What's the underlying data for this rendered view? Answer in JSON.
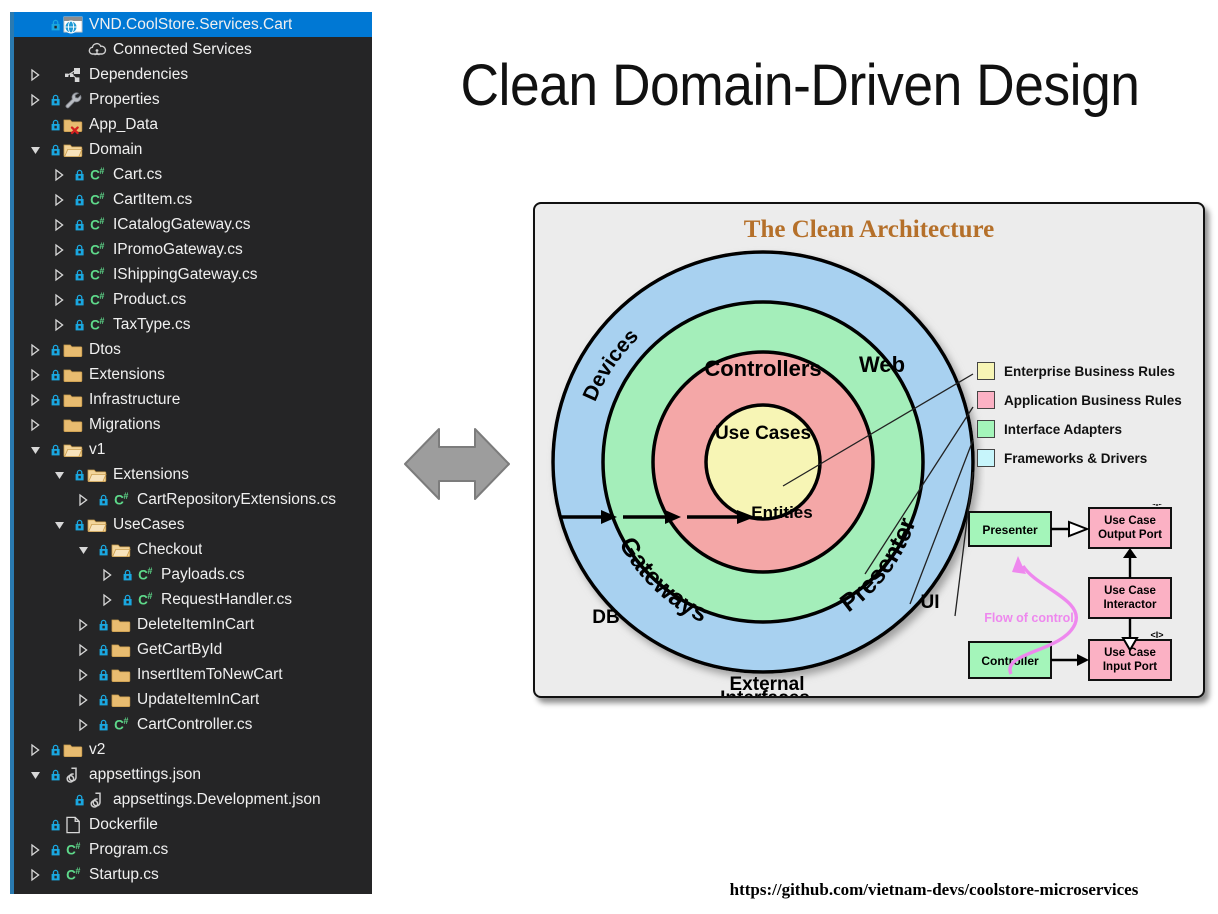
{
  "tree": {
    "root_label": "VND.CoolStore.Services.Cart",
    "items": [
      {
        "label": "VND.CoolStore.Services.Cart",
        "indent": 0,
        "icon": "project-web-icon",
        "chev": "none",
        "lock": true,
        "selected": true
      },
      {
        "label": "Connected Services",
        "indent": 1,
        "icon": "connected-services-icon",
        "chev": "none",
        "lock": false,
        "selected": false
      },
      {
        "label": "Dependencies",
        "indent": 0,
        "icon": "dependencies-icon",
        "chev": "collapsed",
        "lock": false,
        "selected": false
      },
      {
        "label": "Properties",
        "indent": 0,
        "icon": "wrench-icon",
        "chev": "collapsed",
        "lock": true,
        "selected": false
      },
      {
        "label": "App_Data",
        "indent": 0,
        "icon": "folder-excluded-icon",
        "chev": "none",
        "lock": true,
        "selected": false
      },
      {
        "label": "Domain",
        "indent": 0,
        "icon": "folder-open-icon",
        "chev": "expanded",
        "lock": true,
        "selected": false
      },
      {
        "label": "Cart.cs",
        "indent": 1,
        "icon": "csharp-icon",
        "chev": "collapsed",
        "lock": true,
        "selected": false
      },
      {
        "label": "CartItem.cs",
        "indent": 1,
        "icon": "csharp-icon",
        "chev": "collapsed",
        "lock": true,
        "selected": false
      },
      {
        "label": "ICatalogGateway.cs",
        "indent": 1,
        "icon": "csharp-icon",
        "chev": "collapsed",
        "lock": true,
        "selected": false
      },
      {
        "label": "IPromoGateway.cs",
        "indent": 1,
        "icon": "csharp-icon",
        "chev": "collapsed",
        "lock": true,
        "selected": false
      },
      {
        "label": "IShippingGateway.cs",
        "indent": 1,
        "icon": "csharp-icon",
        "chev": "collapsed",
        "lock": true,
        "selected": false
      },
      {
        "label": "Product.cs",
        "indent": 1,
        "icon": "csharp-icon",
        "chev": "collapsed",
        "lock": true,
        "selected": false
      },
      {
        "label": "TaxType.cs",
        "indent": 1,
        "icon": "csharp-icon",
        "chev": "collapsed",
        "lock": true,
        "selected": false
      },
      {
        "label": "Dtos",
        "indent": 0,
        "icon": "folder-icon",
        "chev": "collapsed",
        "lock": true,
        "selected": false
      },
      {
        "label": "Extensions",
        "indent": 0,
        "icon": "folder-icon",
        "chev": "collapsed",
        "lock": true,
        "selected": false
      },
      {
        "label": "Infrastructure",
        "indent": 0,
        "icon": "folder-icon",
        "chev": "collapsed",
        "lock": true,
        "selected": false
      },
      {
        "label": "Migrations",
        "indent": 0,
        "icon": "folder-icon",
        "chev": "collapsed",
        "lock": false,
        "selected": false
      },
      {
        "label": "v1",
        "indent": 0,
        "icon": "folder-open-icon",
        "chev": "expanded",
        "lock": true,
        "selected": false
      },
      {
        "label": "Extensions",
        "indent": 1,
        "icon": "folder-open-icon",
        "chev": "expanded",
        "lock": true,
        "selected": false
      },
      {
        "label": "CartRepositoryExtensions.cs",
        "indent": 2,
        "icon": "csharp-icon",
        "chev": "collapsed",
        "lock": true,
        "selected": false
      },
      {
        "label": "UseCases",
        "indent": 1,
        "icon": "folder-open-icon",
        "chev": "expanded",
        "lock": true,
        "selected": false
      },
      {
        "label": "Checkout",
        "indent": 2,
        "icon": "folder-open-icon",
        "chev": "expanded",
        "lock": true,
        "selected": false
      },
      {
        "label": "Payloads.cs",
        "indent": 3,
        "icon": "csharp-icon",
        "chev": "collapsed",
        "lock": true,
        "selected": false
      },
      {
        "label": "RequestHandler.cs",
        "indent": 3,
        "icon": "csharp-icon",
        "chev": "collapsed",
        "lock": true,
        "selected": false
      },
      {
        "label": "DeleteItemInCart",
        "indent": 2,
        "icon": "folder-icon",
        "chev": "collapsed",
        "lock": true,
        "selected": false
      },
      {
        "label": "GetCartById",
        "indent": 2,
        "icon": "folder-icon",
        "chev": "collapsed",
        "lock": true,
        "selected": false
      },
      {
        "label": "InsertItemToNewCart",
        "indent": 2,
        "icon": "folder-icon",
        "chev": "collapsed",
        "lock": true,
        "selected": false
      },
      {
        "label": "UpdateItemInCart",
        "indent": 2,
        "icon": "folder-icon",
        "chev": "collapsed",
        "lock": true,
        "selected": false
      },
      {
        "label": "CartController.cs",
        "indent": 2,
        "icon": "csharp-icon",
        "chev": "collapsed",
        "lock": true,
        "selected": false
      },
      {
        "label": "v2",
        "indent": 0,
        "icon": "folder-icon",
        "chev": "collapsed",
        "lock": true,
        "selected": false
      },
      {
        "label": "appsettings.json",
        "indent": 0,
        "icon": "json-icon",
        "chev": "expanded",
        "lock": true,
        "selected": false
      },
      {
        "label": "appsettings.Development.json",
        "indent": 1,
        "icon": "json-icon",
        "chev": "none",
        "lock": true,
        "selected": false
      },
      {
        "label": "Dockerfile",
        "indent": 0,
        "icon": "file-icon",
        "chev": "none",
        "lock": true,
        "selected": false
      },
      {
        "label": "Program.cs",
        "indent": 0,
        "icon": "csharp-icon",
        "chev": "collapsed",
        "lock": true,
        "selected": false
      },
      {
        "label": "Startup.cs",
        "indent": 0,
        "icon": "csharp-icon",
        "chev": "collapsed",
        "lock": true,
        "selected": false
      }
    ]
  },
  "title": "Clean Domain-Driven Design",
  "github_url": "https://github.com/vietnam-devs/coolstore-microservices",
  "architecture": {
    "title": "The Clean Architecture",
    "rings": [
      {
        "name": "Frameworks & Drivers",
        "color": "#a8d1f0",
        "labels": [
          "Devices",
          "Web",
          "DB",
          "UI",
          "External Interfaces"
        ]
      },
      {
        "name": "Interface Adapters",
        "color": "#a4eeba",
        "labels": [
          "Controllers",
          "Gateways",
          "Presenters"
        ]
      },
      {
        "name": "Application Business Rules",
        "color": "#f4a7a7",
        "labels": [
          "Use Cases"
        ]
      },
      {
        "name": "Enterprise Business Rules",
        "color": "#f7f5b5",
        "labels": [
          "Entities"
        ]
      }
    ],
    "ring_labels": {
      "devices": "Devices",
      "web": "Web",
      "db": "DB",
      "ui": "UI",
      "external_interfaces_line1": "External",
      "external_interfaces_line2": "Interfaces",
      "controllers": "Controllers",
      "gateways": "Gateways",
      "presenters": "Presenters",
      "use_cases": "Use Cases",
      "entities": "Entities"
    },
    "legend": [
      {
        "label": "Enterprise Business Rules",
        "color": "#f7f5b5"
      },
      {
        "label": "Application Business Rules",
        "color": "#fbb1c4"
      },
      {
        "label": "Interface Adapters",
        "color": "#a4f5ba"
      },
      {
        "label": "Frameworks & Drivers",
        "color": "#c7f5fb"
      }
    ],
    "flow": {
      "caption": "Flow of control",
      "caption_color": "#ee88ee",
      "nodes": [
        {
          "id": "presenter",
          "label": "Presenter",
          "color": "#a4f5ba",
          "stereotype": ""
        },
        {
          "id": "use-case-output-port",
          "label_line1": "Use Case",
          "label_line2": "Output Port",
          "color": "#fbb1c4",
          "stereotype": "<I>"
        },
        {
          "id": "use-case-interactor",
          "label_line1": "Use Case",
          "label_line2": "Interactor",
          "color": "#fbb1c4",
          "stereotype": ""
        },
        {
          "id": "controller",
          "label": "Controller",
          "color": "#a4f5ba",
          "stereotype": ""
        },
        {
          "id": "use-case-input-port",
          "label_line1": "Use Case",
          "label_line2": "Input Port",
          "color": "#fbb1c4",
          "stereotype": "<I>"
        }
      ]
    }
  }
}
